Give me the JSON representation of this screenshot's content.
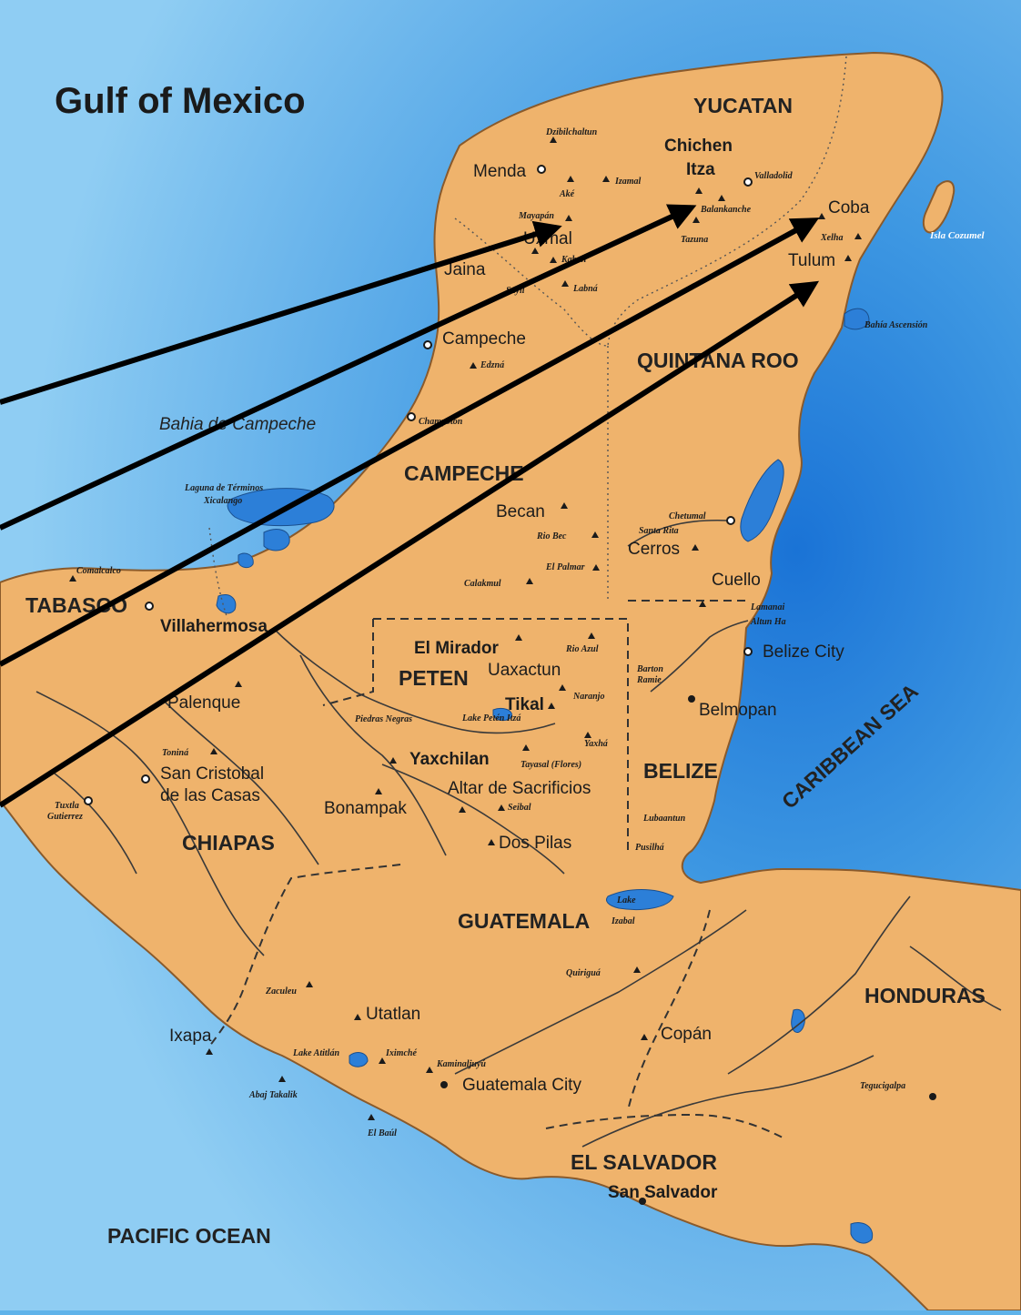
{
  "colors": {
    "ocean": "#5fb3ea",
    "ocean_deep": "#1f7fd9",
    "land": "#efb36c",
    "land_edge": "#8a5a2b",
    "arrow": "#000000"
  },
  "water_labels": {
    "gulf": "Gulf of Mexico",
    "bahia_campeche": "Bahia de Campeche",
    "caribbean": "CARIBBEAN SEA",
    "pacific": "PACIFIC OCEAN",
    "laguna": "Laguna de Términos",
    "laguna_sub": "Xicalango",
    "bahia_ascension": "Bahía Ascensión",
    "isla_cozumel": "Isla Cozumel",
    "lake_peten": "Lake Petén Itzá",
    "lake_izabal_1": "Lake",
    "lake_izabal_2": "Izabal",
    "lake_atitlan": "Lake Atitlán"
  },
  "regions": {
    "yucatan": "YUCATAN",
    "quintana_roo": "QUINTANA ROO",
    "campeche": "CAMPECHE",
    "tabasco": "TABASCO",
    "peten": "PETEN",
    "belize": "BELIZE",
    "chiapas": "CHIAPAS",
    "guatemala": "GUATEMALA",
    "honduras": "HONDURAS",
    "el_salvador": "EL SALVADOR"
  },
  "places": {
    "dzibilchaltun": "Dzibilchaltun",
    "chichen": "Chichen",
    "itza": "Itza",
    "merida": "Menda",
    "izamal": "Izamal",
    "valladolid": "Valladolid",
    "ake": "Aké",
    "mayapan": "Mayapán",
    "balankanche": "Balankanche",
    "coba": "Coba",
    "xelha": "Xelha",
    "tulum": "Tulum",
    "uxmal": "Uxmal",
    "kabah": "Kabah",
    "tazuna": "Tazuna",
    "jaina": "Jaina",
    "sayil": "Sayil",
    "labna": "Labná",
    "campeche": "Campeche",
    "edzna": "Edzná",
    "champoton": "Champotón",
    "becan": "Becan",
    "rio_bec": "Rio Bec",
    "chetumal": "Chetumal",
    "santa_rita": "Santa Rita",
    "cerros": "Cerros",
    "el_palmar": "El Palmar",
    "calakmul": "Calakmul",
    "cuello": "Cuello",
    "lamanai": "Lamanai",
    "altun_ha": "Altun Ha",
    "comalcalco": "Comalcalco",
    "villahermosa": "Villahermosa",
    "el_mirador": "El Mirador",
    "rio_azul": "Rio Azul",
    "uaxactun": "Uaxactun",
    "barton_ramie_1": "Barton",
    "barton_ramie_2": "Ramie",
    "belize_city": "Belize City",
    "palenque": "Palenque",
    "tikal": "Tikal",
    "naranjo": "Naranjo",
    "belmopan": "Belmopan",
    "piedras_negras": "Piedras Negras",
    "yaxha": "Yaxhá",
    "tonina": "Toniná",
    "yaxchilan": "Yaxchilan",
    "tayasal": "Tayasal (Flores)",
    "san_cristobal_1": "San Cristobal",
    "san_cristobal_2": "de las Casas",
    "altar": "Altar de Sacrificios",
    "tuxtla_1": "Tuxtla",
    "tuxtla_2": "Gutierrez",
    "bonampak": "Bonampak",
    "seibal": "Seibal",
    "lubaantun": "Lubaantun",
    "dos_pilas": "Dos Pilas",
    "pusilha": "Pusilhá",
    "quirigua": "Quiriguá",
    "zaculeu": "Zaculeu",
    "utatlan": "Utatlan",
    "ixapa": "Ixapa",
    "copan": "Copán",
    "iximche": "Iximché",
    "kaminaljuyu": "Kaminaljuyú",
    "guatemala_city": "Guatemala City",
    "abaj_takalik": "Abaj Takalik",
    "tegucigalpa": "Tegucigalpa",
    "el_baul": "El Baúl",
    "san_salvador": "San Salvador"
  }
}
